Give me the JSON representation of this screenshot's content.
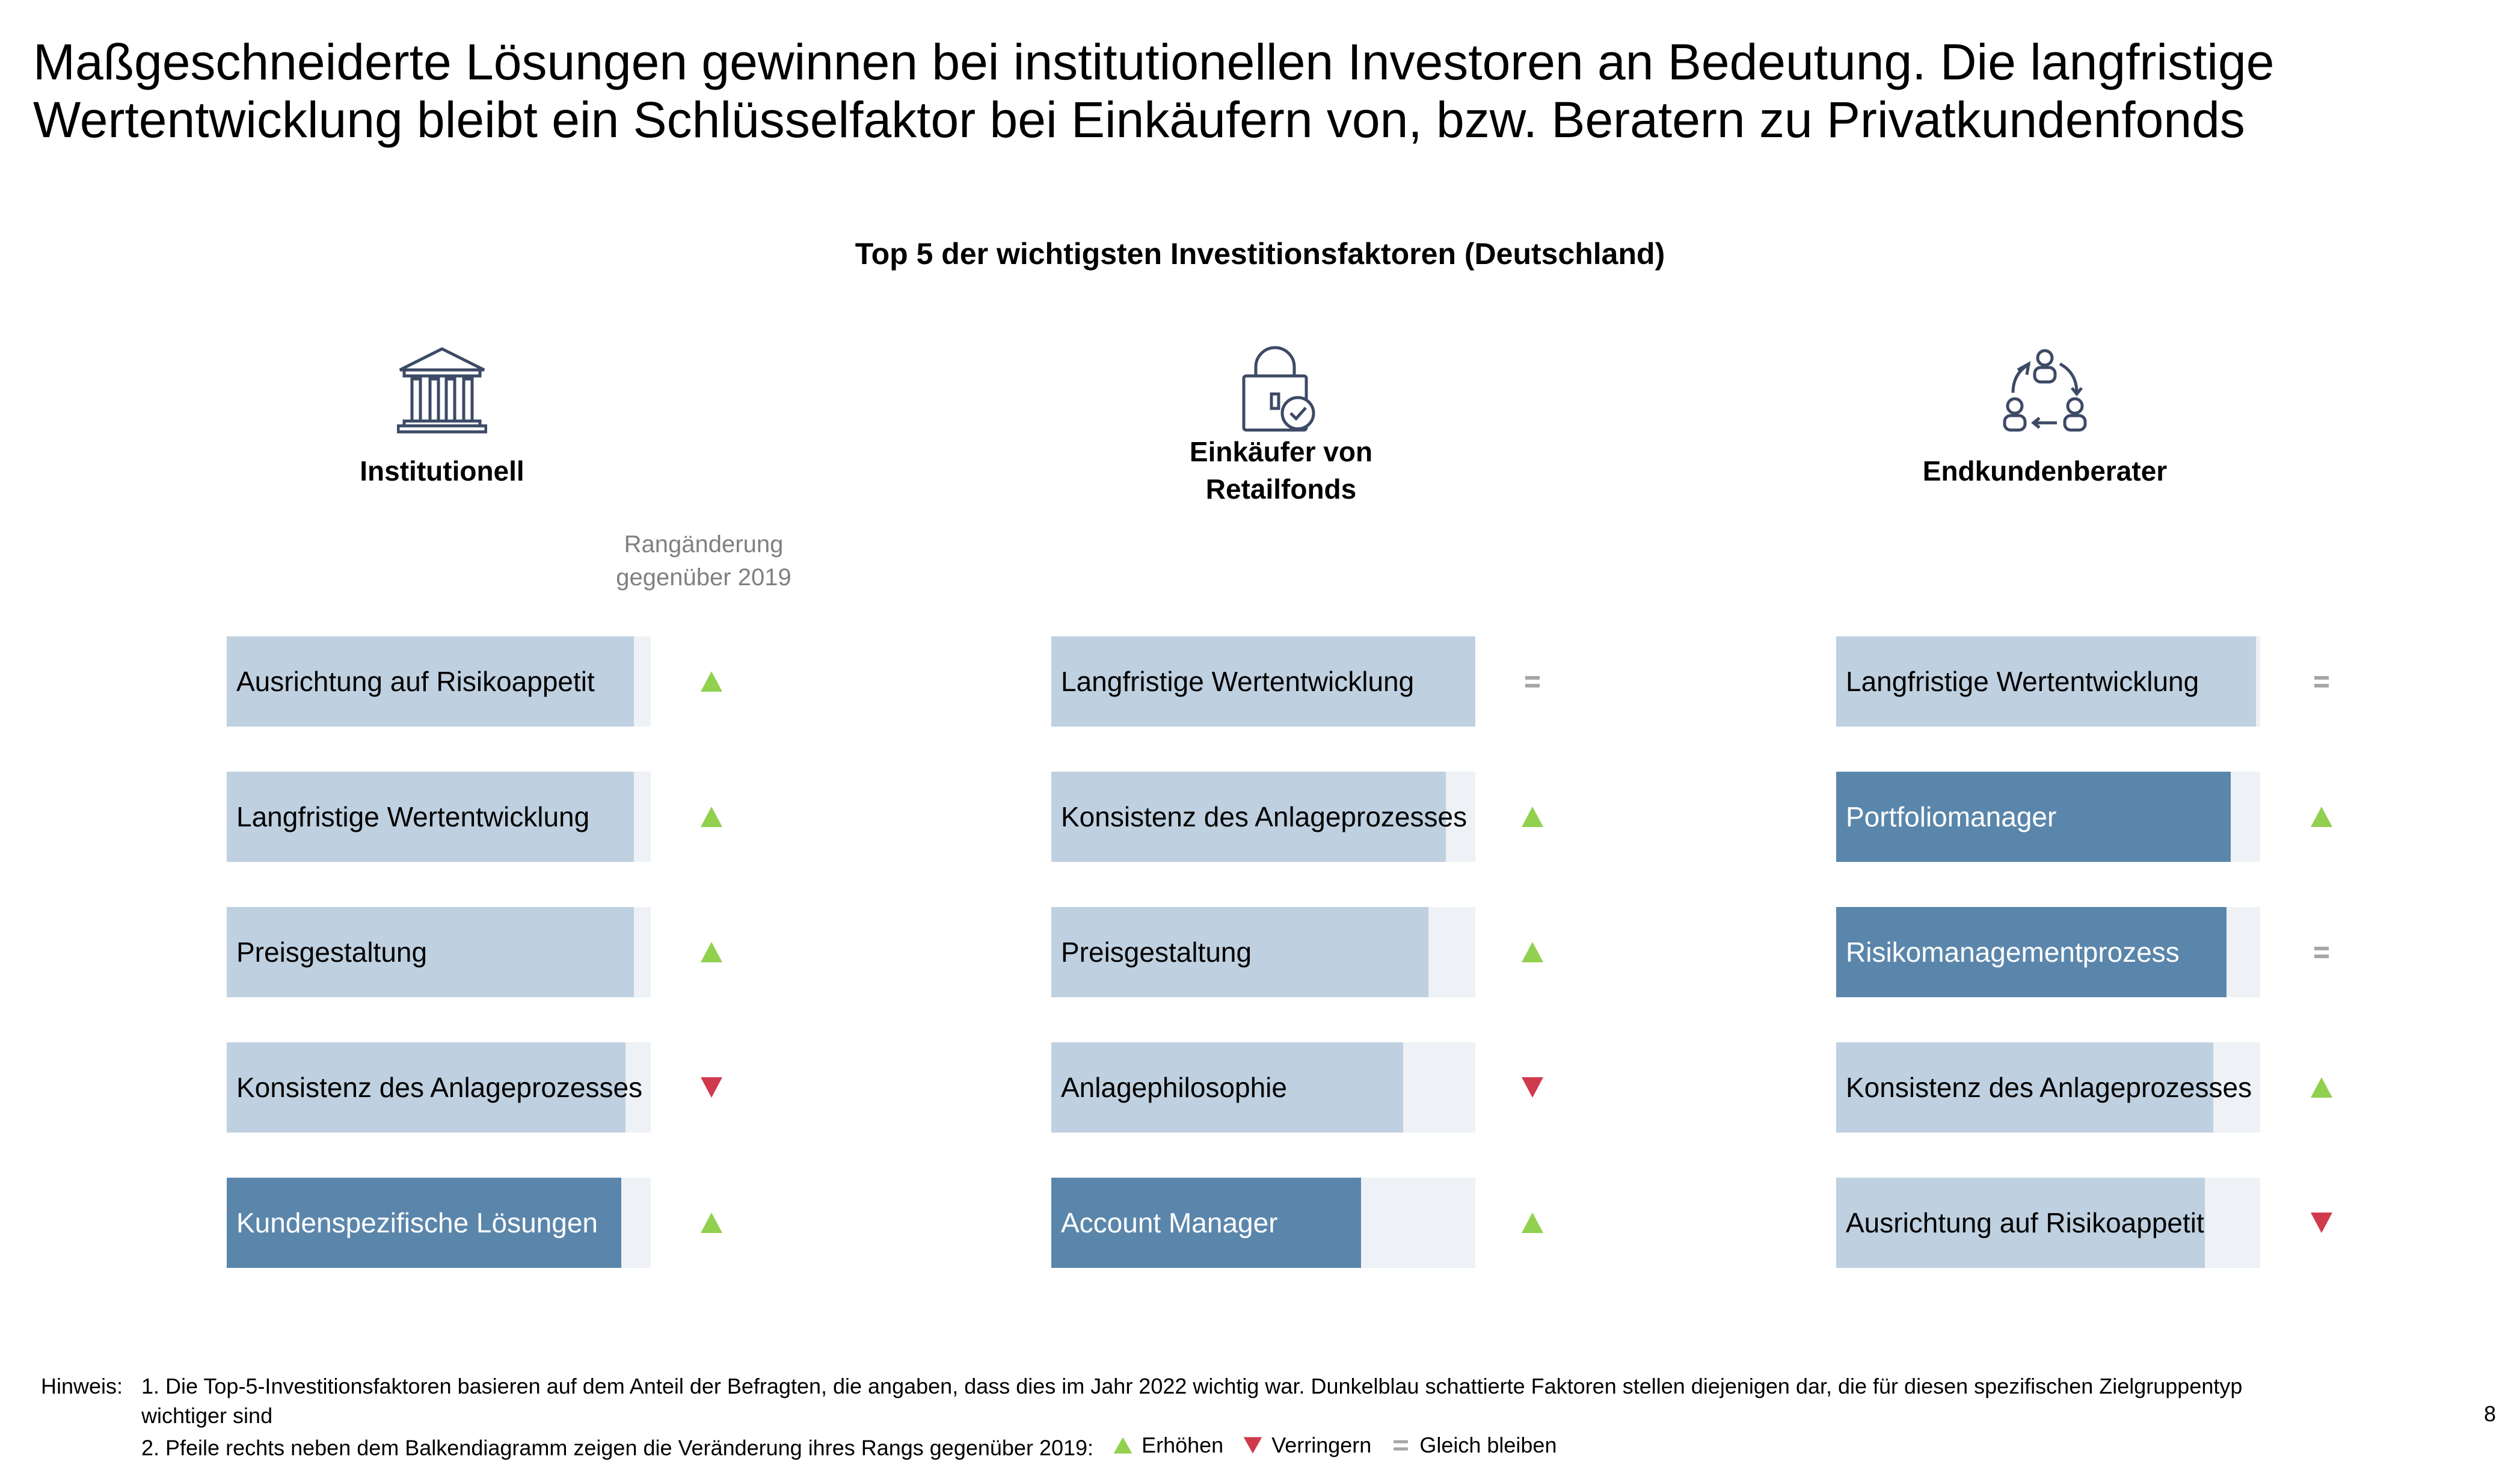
{
  "title_lines": [
    "Maßgeschneiderte Lösungen gewinnen bei institutionellen Investoren an Bedeutung. Die langfristige",
    "Wertentwicklung bleibt ein Schlüsselfaktor bei Einkäufern von, bzw. Beratern zu Privatkundenfonds"
  ],
  "rank_note": "Rangänderung gegenüber 2019",
  "colors": {
    "light_bar": "#bfd0e0",
    "dark_bar": "#5b86ab",
    "track": "#eef1f5",
    "up": "#92d050",
    "down": "#d03a4d",
    "equal": "#a6a6a6"
  },
  "icons": [
    "bank-building-icon",
    "lock-check-icon",
    "people-cycle-icon"
  ],
  "chart_data": {
    "type": "bar",
    "title": "Top 5 der wichtigsten Investitionsfaktoren (Deutschland)",
    "value_unit": "share of bar track (relative, estimated)",
    "groups": [
      {
        "name": "Institutionell",
        "bars": [
          {
            "label": "Ausrichtung auf Risikoappetit",
            "value": 0.96,
            "highlight": false,
            "change": "up"
          },
          {
            "label": "Langfristige Wertentwicklung",
            "value": 0.96,
            "highlight": false,
            "change": "up"
          },
          {
            "label": "Preisgestaltung",
            "value": 0.96,
            "highlight": false,
            "change": "up"
          },
          {
            "label": "Konsistenz des Anlageprozesses",
            "value": 0.94,
            "highlight": false,
            "change": "down"
          },
          {
            "label": "Kundenspezifische Lösungen",
            "value": 0.93,
            "highlight": true,
            "change": "up"
          }
        ]
      },
      {
        "name": "Einkäufer von Retailfonds",
        "bars": [
          {
            "label": "Langfristige Wertentwicklung",
            "value": 1.0,
            "highlight": false,
            "change": "equal"
          },
          {
            "label": "Konsistenz des Anlageprozesses",
            "value": 0.93,
            "highlight": false,
            "change": "up"
          },
          {
            "label": "Preisgestaltung",
            "value": 0.89,
            "highlight": false,
            "change": "up"
          },
          {
            "label": "Anlagephilosophie",
            "value": 0.83,
            "highlight": false,
            "change": "down"
          },
          {
            "label": "Account Manager",
            "value": 0.73,
            "highlight": true,
            "change": "up"
          }
        ]
      },
      {
        "name": "Endkundenberater",
        "bars": [
          {
            "label": "Langfristige Wertentwicklung",
            "value": 0.99,
            "highlight": false,
            "change": "equal"
          },
          {
            "label": "Portfoliomanager",
            "value": 0.93,
            "highlight": true,
            "change": "up"
          },
          {
            "label": "Risikomanagementprozess",
            "value": 0.92,
            "highlight": true,
            "change": "equal"
          },
          {
            "label": "Konsistenz des Anlageprozesses",
            "value": 0.89,
            "highlight": false,
            "change": "up"
          },
          {
            "label": "Ausrichtung auf Risikoappetit",
            "value": 0.87,
            "highlight": false,
            "change": "down"
          }
        ]
      }
    ]
  },
  "footer": {
    "label": "Hinweis:",
    "note1_line1": "1. Die Top-5-Investitionsfaktoren basieren auf dem Anteil der Befragten, die angaben, dass dies im Jahr 2022 wichtig war. Dunkelblau schattierte Faktoren stellen diejenigen dar, die für diesen spezifischen Zielgruppentyp",
    "note1_line2": "wichtiger sind",
    "note2": "2. Pfeile rechts neben dem Balkendiagramm zeigen die Veränderung ihres Rangs gegenüber 2019:",
    "legend": {
      "up": "Erhöhen",
      "down": "Verringern",
      "equal": "Gleich bleiben"
    }
  },
  "page_number": "8"
}
